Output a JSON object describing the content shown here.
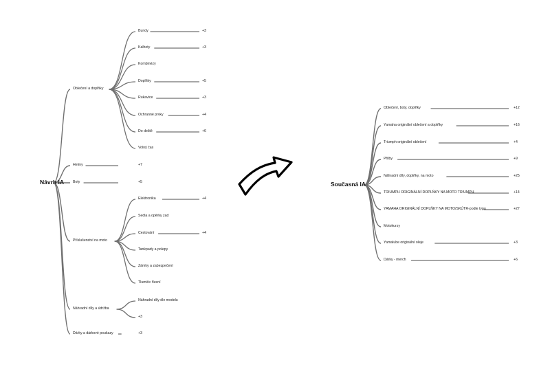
{
  "left_tree": {
    "root": "Návrh IA",
    "branches": [
      {
        "label": "Oblečení a doplňky",
        "children": [
          {
            "label": "Bundy",
            "count": "+3"
          },
          {
            "label": "Kalhoty",
            "count": "+3"
          },
          {
            "label": "Kombinézy",
            "count": ""
          },
          {
            "label": "Doplňky",
            "count": "+5"
          },
          {
            "label": "Rukavice",
            "count": "+3"
          },
          {
            "label": "Ochranné prvky",
            "count": "+4"
          },
          {
            "label": "Do deště",
            "count": "+6"
          },
          {
            "label": "Volný čas",
            "count": ""
          }
        ]
      },
      {
        "label": "Helmy",
        "count": "+7",
        "children": []
      },
      {
        "label": "Boty",
        "count": "+5",
        "children": []
      },
      {
        "label": "Příslušenství na moto",
        "children": [
          {
            "label": "Elektronika",
            "count": "+4"
          },
          {
            "label": "Sedla a opěrky zad",
            "count": ""
          },
          {
            "label": "Cestování",
            "count": "+4"
          },
          {
            "label": "Tankpady a polepy",
            "count": ""
          },
          {
            "label": "Zámky a zabezpečení",
            "count": ""
          },
          {
            "label": "Tlumiče řízení",
            "count": ""
          }
        ]
      },
      {
        "label": "Náhradní díly a údržba",
        "children": [
          {
            "label": "Náhradní díly dle modelu",
            "count": ""
          },
          {
            "label": "+3",
            "count": ""
          }
        ]
      },
      {
        "label": "Dárky a dárkové poukazy",
        "count": "+3",
        "children": []
      }
    ]
  },
  "right_tree": {
    "root": "Současná IA",
    "children": [
      {
        "label": "Oblečení, boty, doplňky",
        "count": "+12"
      },
      {
        "label": "Yamaha originální oblečení a doplňky",
        "count": "+16"
      },
      {
        "label": "Triumph originální oblečení",
        "count": "+4"
      },
      {
        "label": "Přilby",
        "count": "+9"
      },
      {
        "label": "Náhradní díly, doplňky, na moto",
        "count": "+25"
      },
      {
        "label": "TRIUMPH ORIGINÁLNÍ DOPLŇKY NA MOTO TRIUMPH",
        "count": "+14"
      },
      {
        "label": "YAMAHA ORIGINÁLNÍ DOPLŇKY NA MOTO/SKÚTR-podle typu",
        "count": "+27"
      },
      {
        "label": "Motokurzy",
        "count": ""
      },
      {
        "label": "Yamalube originální oleje",
        "count": "+3"
      },
      {
        "label": "Dárky - merch",
        "count": "+6"
      }
    ]
  },
  "arrow": {
    "icon": "curved-arrow-right-icon"
  }
}
